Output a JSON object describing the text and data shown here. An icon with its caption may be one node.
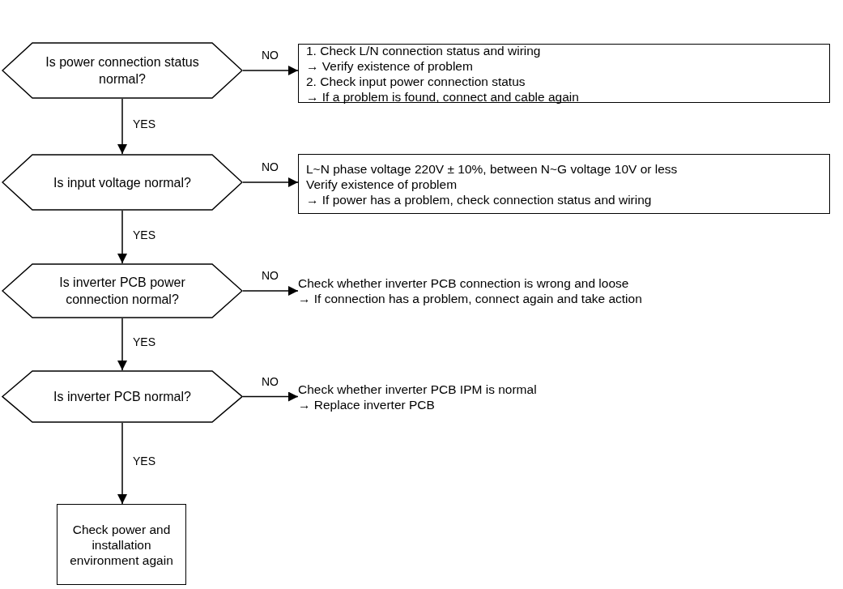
{
  "diagram": {
    "nodes": [
      {
        "text": [
          "Is power connection status normal?"
        ]
      },
      {
        "text": [
          "1. Check L/N connection status and wiring",
          "→ Verify existence of problem",
          "2. Check input power connection status",
          "→ If a problem is found, connect and cable again"
        ]
      },
      {
        "text": [
          "Is input voltage normal?"
        ]
      },
      {
        "text": [
          "L~N phase voltage 220V ± 10%, between N~G voltage 10V or less",
          "Verify existence of problem",
          "→ If power has a problem, check connection status and wiring"
        ]
      },
      {
        "text": [
          "Is inverter PCB power connection normal?"
        ]
      },
      {
        "text": [
          "Check whether inverter PCB connection is wrong and loose",
          "→ If connection has a problem, connect again and take action"
        ]
      },
      {
        "text": [
          "Is inverter PCB normal?"
        ]
      },
      {
        "text": [
          "Check whether inverter PCB IPM is normal",
          "→ Replace inverter PCB"
        ]
      },
      {
        "text": [
          "Check power and installation environment again"
        ]
      }
    ],
    "edges": [
      {
        "from": 0,
        "to": 1,
        "arrow": "to",
        "label": "NO"
      },
      {
        "from": 0,
        "to": 2,
        "arrow": "to",
        "label": "YES"
      },
      {
        "from": 2,
        "to": 3,
        "arrow": "to",
        "label": "NO"
      },
      {
        "from": 2,
        "to": 4,
        "arrow": "to",
        "label": "YES"
      },
      {
        "from": 4,
        "to": 5,
        "arrow": "to",
        "label": "NO"
      },
      {
        "from": 4,
        "to": 6,
        "arrow": "to",
        "label": "YES"
      },
      {
        "from": 6,
        "to": 7,
        "arrow": "to",
        "label": "NO"
      },
      {
        "from": 6,
        "to": 8,
        "arrow": "to",
        "label": "YES"
      }
    ]
  }
}
